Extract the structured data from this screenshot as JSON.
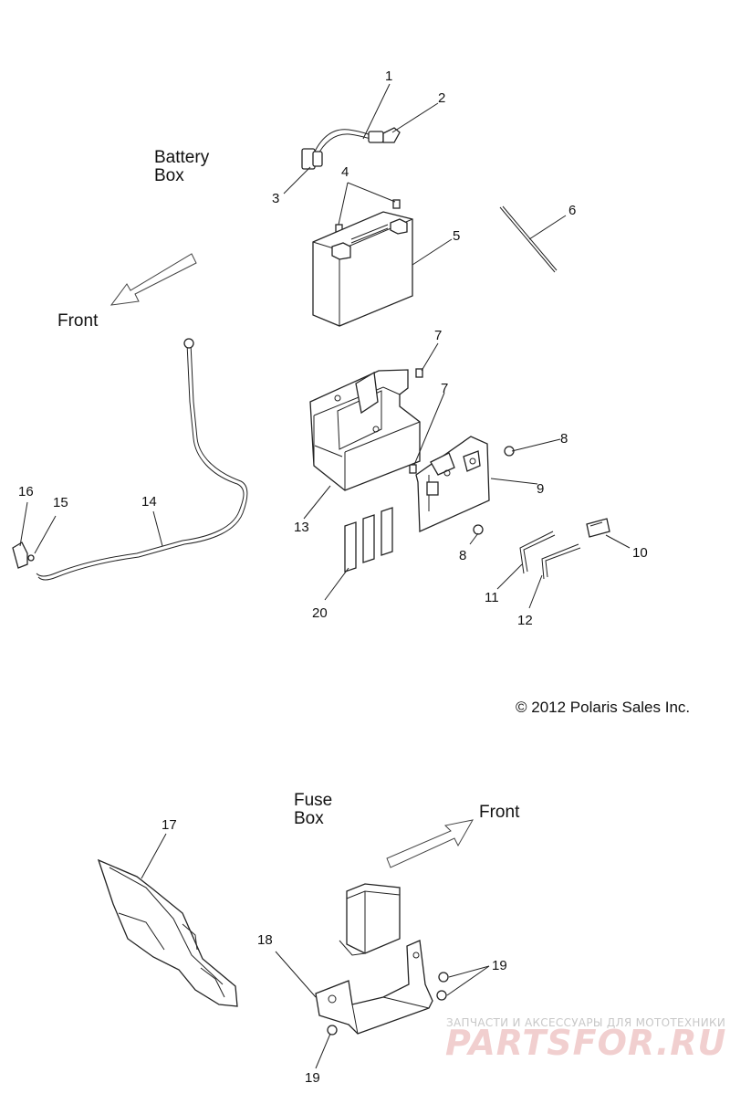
{
  "labels": {
    "battery_box": "Battery\nBox",
    "front_top": "Front",
    "fuse_box": "Fuse\nBox",
    "front_bottom": "Front"
  },
  "callouts": {
    "c1": "1",
    "c2": "2",
    "c3": "3",
    "c4": "4",
    "c5": "5",
    "c6": "6",
    "c7a": "7",
    "c7b": "7",
    "c8a": "8",
    "c8b": "8",
    "c9": "9",
    "c10": "10",
    "c11": "11",
    "c12": "12",
    "c13": "13",
    "c14": "14",
    "c15": "15",
    "c16": "16",
    "c17": "17",
    "c18": "18",
    "c19a": "19",
    "c19b": "19",
    "c20": "20"
  },
  "copyright": "© 2012 Polaris Sales Inc.",
  "watermark": {
    "tagline": "ЗАПЧАСТИ И АКСЕССУАРЫ ДЛЯ МОТОТЕХНИКИ",
    "brand": "PARTSFOR.RU"
  },
  "colors": {
    "line": "#222222",
    "watermark": "#f1cfcf"
  }
}
